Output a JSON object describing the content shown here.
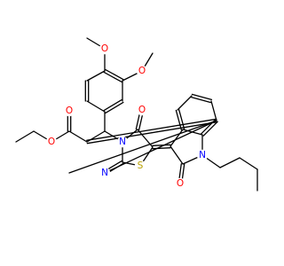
{
  "structure": {
    "atoms": [
      {
        "id": "o_ome1",
        "label": "O",
        "color": "#ff0000"
      },
      {
        "id": "o_ome2",
        "label": "O",
        "color": "#ff0000"
      },
      {
        "id": "o_ester1",
        "label": "O",
        "color": "#ff0000"
      },
      {
        "id": "o_ester2",
        "label": "O",
        "color": "#ff0000"
      },
      {
        "id": "o_keto",
        "label": "O",
        "color": "#ff0000"
      },
      {
        "id": "o_lactam",
        "label": "O",
        "color": "#ff0000"
      },
      {
        "id": "n_ring",
        "label": "N",
        "color": "#0000ff"
      },
      {
        "id": "n_pyr",
        "label": "N",
        "color": "#0000ff"
      },
      {
        "id": "n_indole",
        "label": "N",
        "color": "#0000ff"
      },
      {
        "id": "s_ring",
        "label": "S",
        "color": "#b8a000"
      }
    ]
  }
}
